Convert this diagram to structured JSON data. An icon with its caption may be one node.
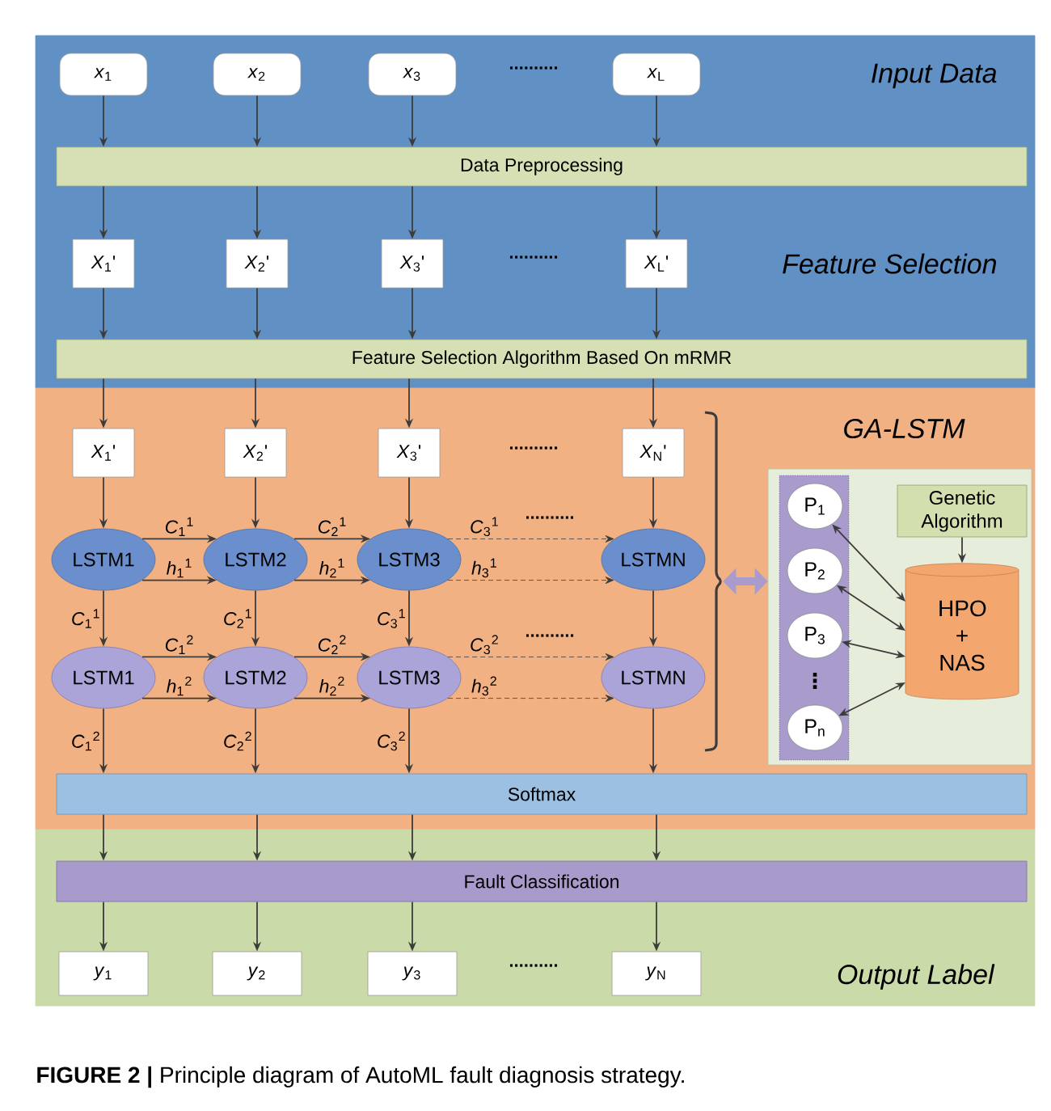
{
  "diagram": {
    "caption": "**FIGURE 2 |** Principle diagram of AutoML fault diagnosis strategy.",
    "nodes": [
      {
        "text": [
          "Input Data",
          "Feature Selection"
        ]
      },
      {
        "text": [
          "*x*$_{1}$"
        ],
        "in": 0
      },
      {
        "text": [
          "*x*$_{2}$"
        ],
        "in": 0
      },
      {
        "text": [
          "*x*$_{3}$"
        ],
        "in": 0
      },
      {
        "text": [
          "*x*$_{L}$"
        ],
        "in": 0
      },
      {
        "text": [
          "Data Preprocessing"
        ],
        "in": 0
      },
      {
        "text": [
          "*X*$_{1}$'"
        ],
        "in": 0
      },
      {
        "text": [
          "*X*$_{2}$'"
        ],
        "in": 0
      },
      {
        "text": [
          "*X*$_{3}$'"
        ],
        "in": 0
      },
      {
        "text": [
          "*X*$_{L}$'"
        ],
        "in": 0
      },
      {
        "text": [
          "Feature Selection Algorithm Based On mRMR"
        ],
        "in": 0
      },
      {
        "text": [
          "GA-LSTM"
        ]
      },
      {
        "text": [
          "*X*$_{1}$'"
        ],
        "in": 11
      },
      {
        "text": [
          "*X*$_{2}$'"
        ],
        "in": 11
      },
      {
        "text": [
          "*X*$_{3}$'"
        ],
        "in": 11
      },
      {
        "text": [
          "*X*$_{N}$'"
        ],
        "in": 11
      },
      {
        "text": [
          "LSTM1"
        ],
        "in": 11
      },
      {
        "text": [
          "LSTM2"
        ],
        "in": 11
      },
      {
        "text": [
          "LSTM3"
        ],
        "in": 11
      },
      {
        "text": [
          "LSTMN"
        ],
        "in": 11
      },
      {
        "text": [
          "LSTM1"
        ],
        "in": 11
      },
      {
        "text": [
          "LSTM2"
        ],
        "in": 11
      },
      {
        "text": [
          "LSTM3"
        ],
        "in": 11
      },
      {
        "text": [
          "LSTMN"
        ],
        "in": 11
      },
      {
        "text": [
          "Softmax"
        ],
        "in": 11
      },
      {
        "text": [],
        "shape": "box",
        "in": 11
      },
      {
        "text": [],
        "shape": "box",
        "in": 25
      },
      {
        "text": [
          "P$_{1}$"
        ],
        "in": 26
      },
      {
        "text": [
          "P$_{2}$"
        ],
        "in": 26
      },
      {
        "text": [
          "P$_{3}$"
        ],
        "in": 26
      },
      {
        "text": [
          "P$_{n}$"
        ],
        "in": 26
      },
      {
        "text": [
          "Genetic Algorithm"
        ],
        "in": 25
      },
      {
        "text": [
          "HPO + NAS"
        ],
        "in": 25
      },
      {
        "text": [
          "Output Label"
        ]
      },
      {
        "text": [
          "Fault Classification"
        ],
        "in": 33
      },
      {
        "text": [
          "*y*$_{1}$"
        ],
        "in": 33
      },
      {
        "text": [
          "*y*$_{2}$"
        ],
        "in": 33
      },
      {
        "text": [
          "*y*$_{3}$"
        ],
        "in": 33
      },
      {
        "text": [
          "*y*$_{N}$"
        ],
        "in": 33
      },
      {
        "text": [],
        "shape": "bracket",
        "in": 11
      }
    ],
    "edges": [
      {
        "from": 1,
        "to": 5,
        "arrow": "to"
      },
      {
        "from": 2,
        "to": 5,
        "arrow": "to"
      },
      {
        "from": 3,
        "to": 5,
        "arrow": "to"
      },
      {
        "from": 4,
        "to": 5,
        "arrow": "to"
      },
      {
        "from": 5,
        "to": 6,
        "arrow": "to"
      },
      {
        "from": 5,
        "to": 7,
        "arrow": "to"
      },
      {
        "from": 5,
        "to": 8,
        "arrow": "to"
      },
      {
        "from": 5,
        "to": 9,
        "arrow": "to"
      },
      {
        "from": 6,
        "to": 10,
        "arrow": "to"
      },
      {
        "from": 7,
        "to": 10,
        "arrow": "to"
      },
      {
        "from": 8,
        "to": 10,
        "arrow": "to"
      },
      {
        "from": 9,
        "to": 10,
        "arrow": "to"
      },
      {
        "from": 10,
        "to": 12,
        "arrow": "to"
      },
      {
        "from": 10,
        "to": 13,
        "arrow": "to"
      },
      {
        "from": 10,
        "to": 14,
        "arrow": "to"
      },
      {
        "from": 10,
        "to": 15,
        "arrow": "to"
      },
      {
        "from": 12,
        "to": 16,
        "arrow": "to"
      },
      {
        "from": 13,
        "to": 17,
        "arrow": "to"
      },
      {
        "from": 14,
        "to": 18,
        "arrow": "to"
      },
      {
        "from": 15,
        "to": 19,
        "arrow": "to"
      },
      {
        "from": 16,
        "to": 17,
        "arrow": "to",
        "label": "*C*$_{1}$$^{1}$"
      },
      {
        "from": 16,
        "to": 17,
        "arrow": "to",
        "label": "*h*$_{1}$$^{1}$"
      },
      {
        "from": 17,
        "to": 18,
        "arrow": "to",
        "label": "*C*$_{2}$$^{1}$"
      },
      {
        "from": 17,
        "to": 18,
        "arrow": "to",
        "label": "*h*$_{2}$$^{1}$"
      },
      {
        "from": 18,
        "to": 19,
        "arrow": "to",
        "label": "*C*$_{3}$$^{1}$",
        "style": "dashed"
      },
      {
        "from": 18,
        "to": 19,
        "arrow": "to",
        "label": "*h*$_{3}$$^{1}$",
        "style": "dashed"
      },
      {
        "from": 16,
        "to": 20,
        "arrow": "to",
        "label": "*C*$_{1}$$^{1}$"
      },
      {
        "from": 17,
        "to": 21,
        "arrow": "to",
        "label": "*C*$_{2}$$^{1}$"
      },
      {
        "from": 18,
        "to": 22,
        "arrow": "to",
        "label": "*C*$_{3}$$^{1}$"
      },
      {
        "from": 19,
        "to": 23,
        "arrow": "to"
      },
      {
        "from": 20,
        "to": 21,
        "arrow": "to",
        "label": "*C*$_{1}$$^{2}$"
      },
      {
        "from": 20,
        "to": 21,
        "arrow": "to",
        "label": "*h*$_{1}$$^{2}$"
      },
      {
        "from": 21,
        "to": 22,
        "arrow": "to",
        "label": "*C*$_{2}$$^{2}$"
      },
      {
        "from": 21,
        "to": 22,
        "arrow": "to",
        "label": "*h*$_{2}$$^{2}$"
      },
      {
        "from": 22,
        "to": 23,
        "arrow": "to",
        "label": "*C*$_{3}$$^{2}$",
        "style": "dashed"
      },
      {
        "from": 22,
        "to": 23,
        "arrow": "to",
        "label": "*h*$_{3}$$^{2}$",
        "style": "dashed"
      },
      {
        "from": 20,
        "to": 24,
        "arrow": "to",
        "label": "*C*$_{1}$$^{2}$"
      },
      {
        "from": 21,
        "to": 24,
        "arrow": "to",
        "label": "*C*$_{2}$$^{2}$"
      },
      {
        "from": 22,
        "to": 24,
        "arrow": "to",
        "label": "*C*$_{3}$$^{2}$"
      },
      {
        "from": 23,
        "to": 24,
        "arrow": "to"
      },
      {
        "from": 24,
        "to": 34,
        "arrow": "to"
      },
      {
        "from": 24,
        "to": 34,
        "arrow": "to"
      },
      {
        "from": 24,
        "to": 34,
        "arrow": "to"
      },
      {
        "from": 24,
        "to": 34,
        "arrow": "to"
      },
      {
        "from": 34,
        "to": 35,
        "arrow": "to"
      },
      {
        "from": 34,
        "to": 36,
        "arrow": "to"
      },
      {
        "from": 34,
        "to": 37,
        "arrow": "to"
      },
      {
        "from": 34,
        "to": 38,
        "arrow": "to"
      },
      {
        "from": 27,
        "to": 32,
        "arrow": "both"
      },
      {
        "from": 28,
        "to": 32,
        "arrow": "both"
      },
      {
        "from": 29,
        "to": 32,
        "arrow": "both"
      },
      {
        "from": 30,
        "to": 32,
        "arrow": "both"
      },
      {
        "from": 31,
        "to": 32,
        "arrow": "to"
      },
      {
        "from": 39,
        "to": 25,
        "arrow": "both",
        "style": "thick",
        "color": "#a99ccd"
      }
    ],
    "labels": [
      "..........",
      "..........",
      "..........",
      "..........",
      "..........",
      "⋮",
      ".........."
    ]
  }
}
